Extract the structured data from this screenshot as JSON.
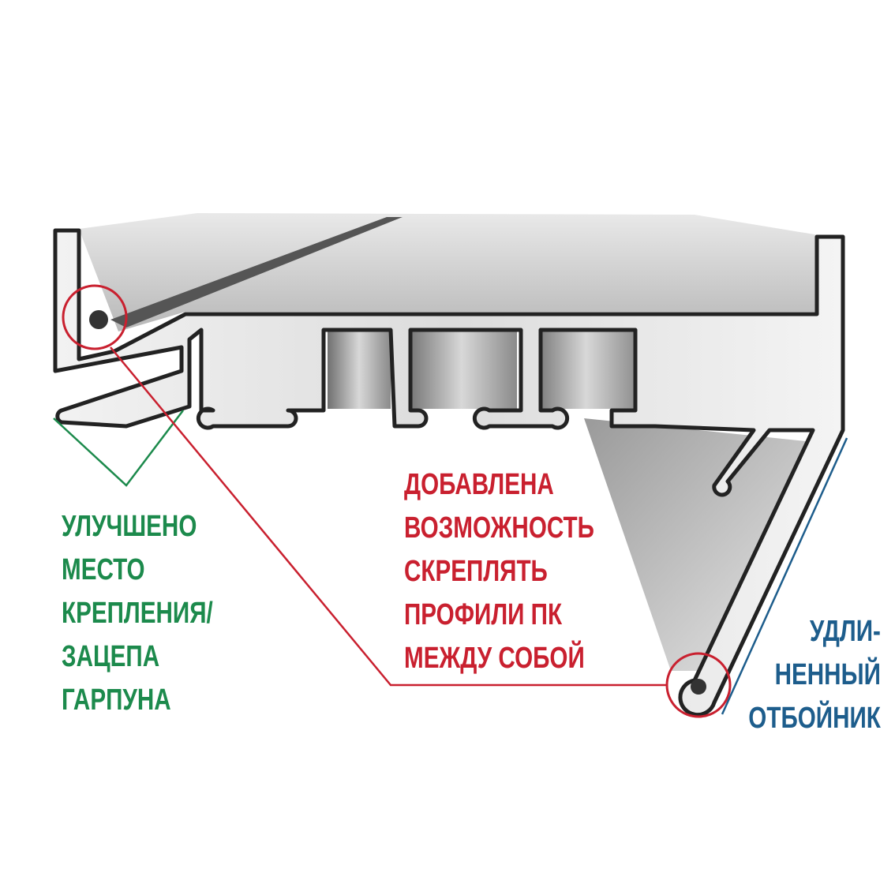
{
  "labels": {
    "left": [
      "УЛУЧШЕНО",
      "МЕСТО",
      "КРЕПЛЕНИЯ/",
      "ЗАЦЕПА",
      "ГАРПУНА"
    ],
    "center": [
      "ДОБАВЛЕНА",
      "ВОЗМОЖНОСТЬ",
      "СКРЕПЛЯТЬ",
      "ПРОФИЛИ ПК",
      "МЕЖДУ СОБОЙ"
    ],
    "right": [
      "УДЛИ-",
      "НЕННЫЙ",
      "ОТБОЙНИК"
    ]
  },
  "colors": {
    "green": "#1c8a4c",
    "red": "#c9202f",
    "blue": "#1d5d8c",
    "outline": "#222222"
  }
}
